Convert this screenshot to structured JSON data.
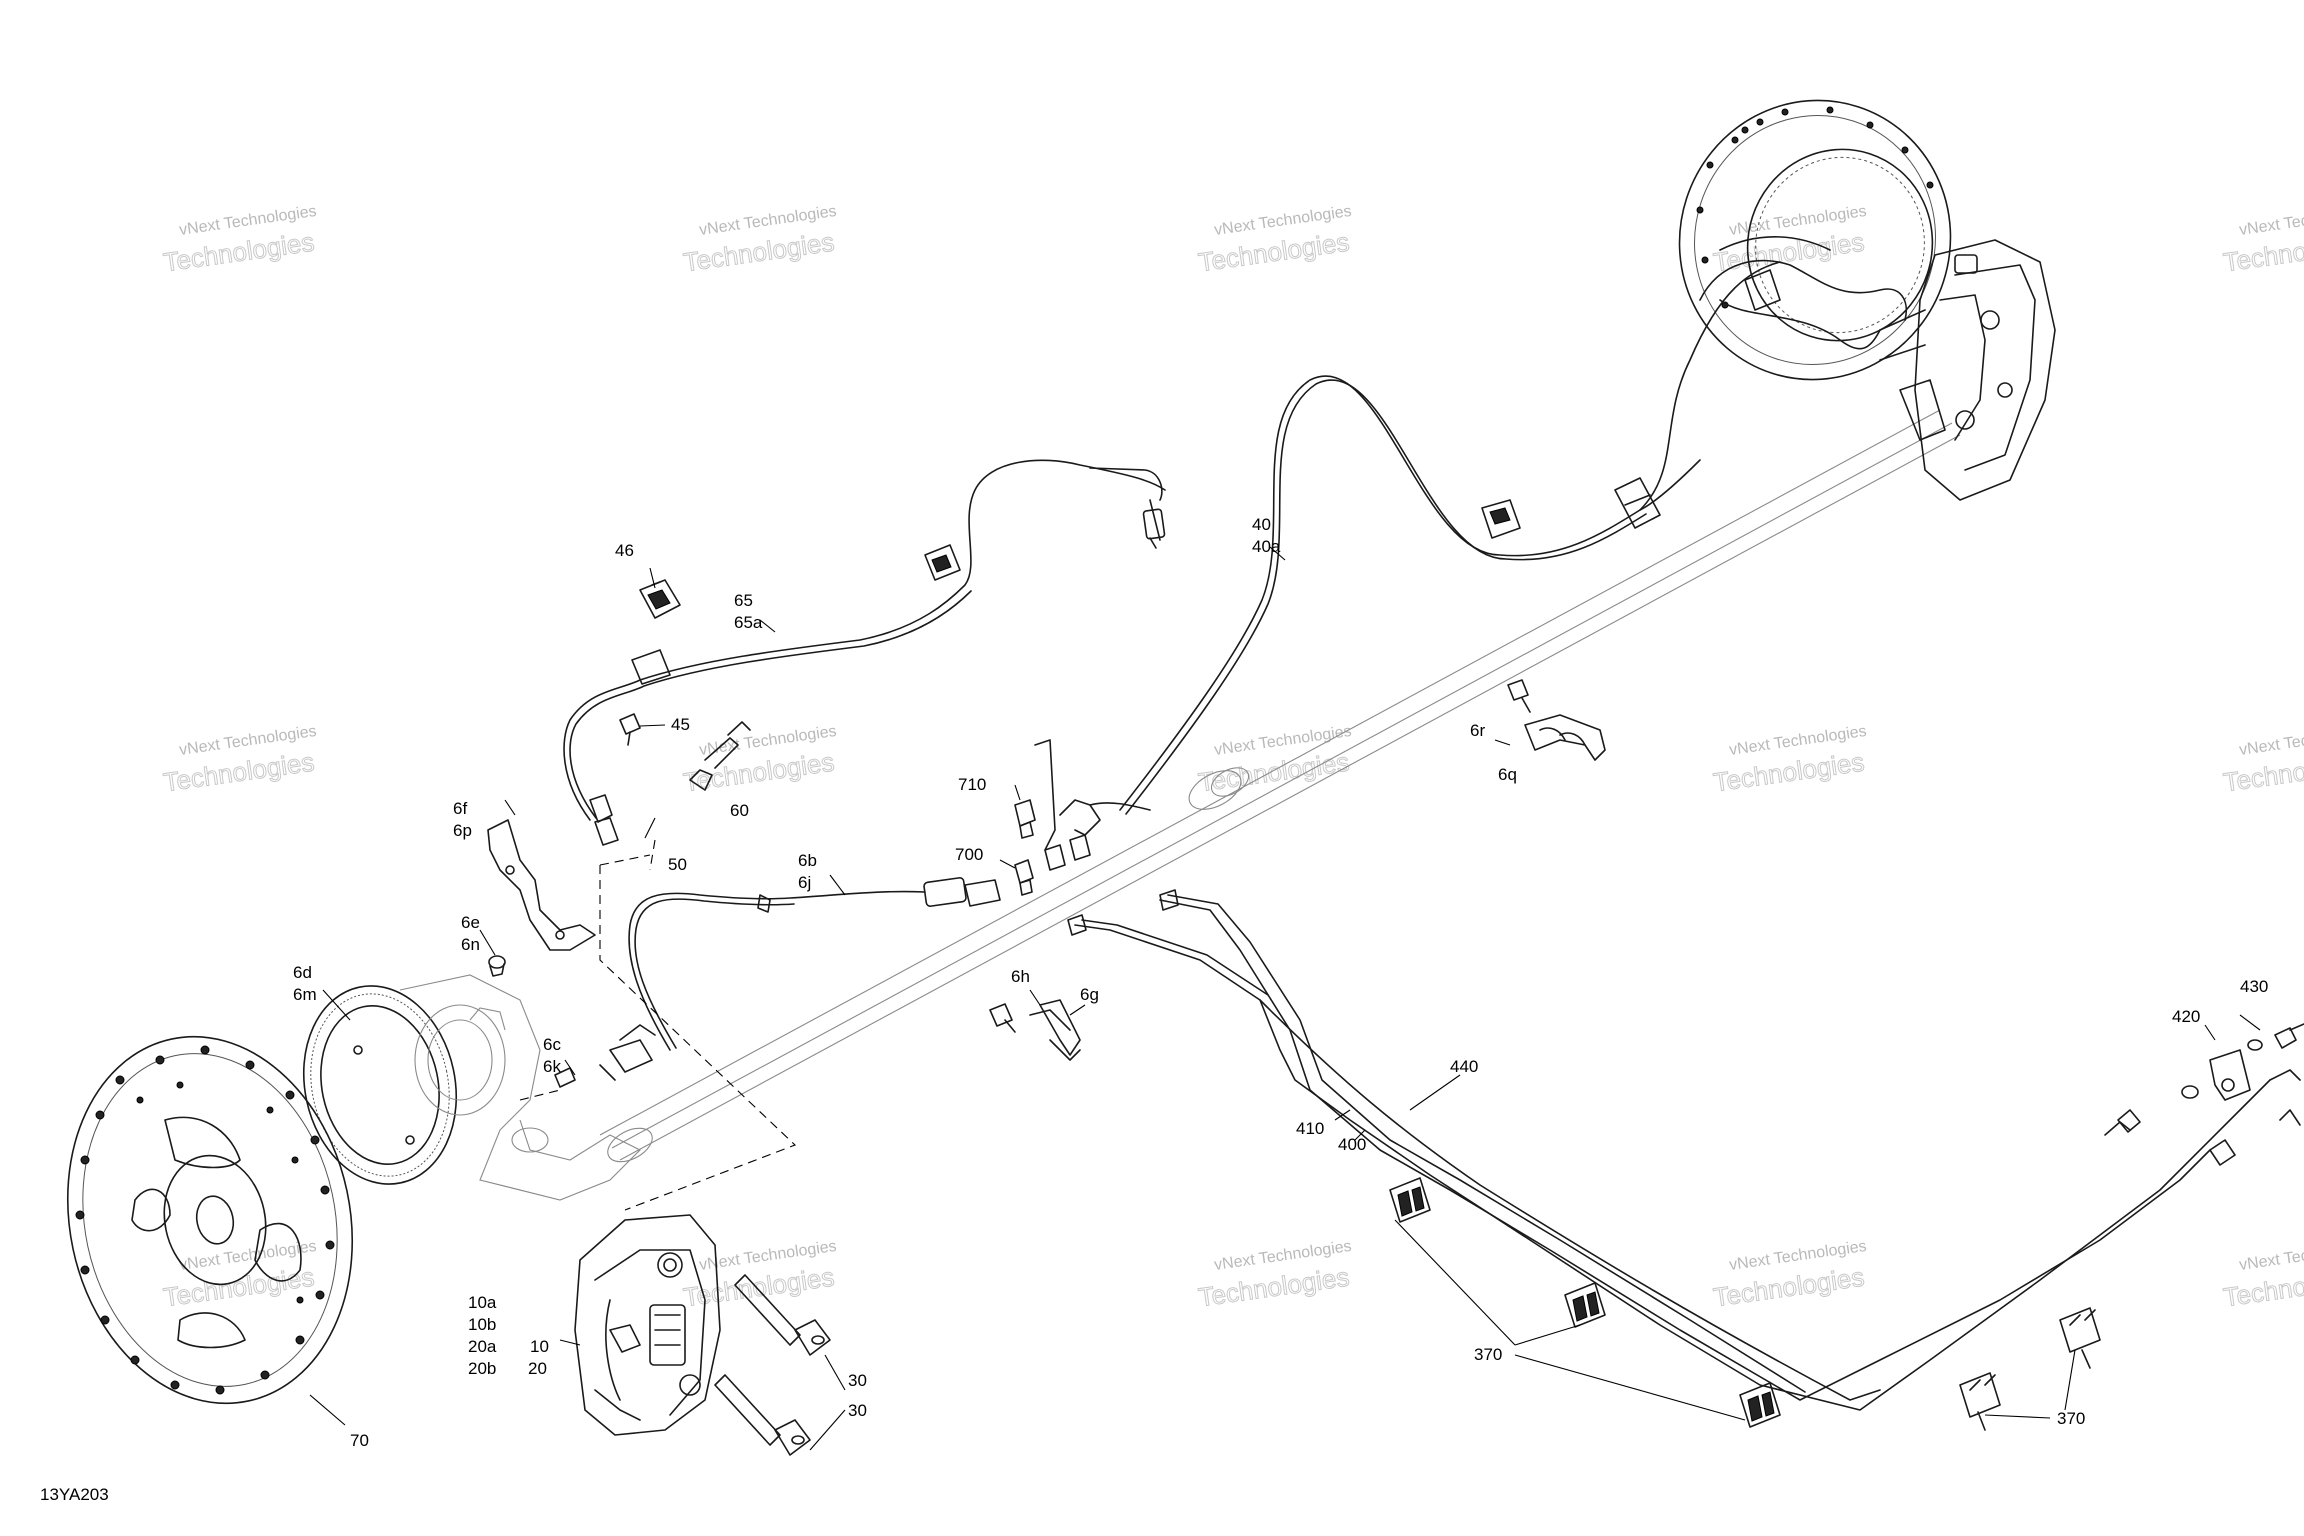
{
  "diagram": {
    "code": "13YA203",
    "watermark_line1": "vNext Technologies",
    "watermark_line2": "Technologies",
    "labels": {
      "l46": "46",
      "l65": "65",
      "l65a": "65a",
      "l45": "45",
      "l60": "60",
      "l50": "50",
      "l6f": "6f",
      "l6p": "6p",
      "l6e": "6e",
      "l6n": "6n",
      "l6d": "6d",
      "l6m": "6m",
      "l6c": "6c",
      "l6k": "6k",
      "l6b": "6b",
      "l6j": "6j",
      "l710": "710",
      "l700": "700",
      "l6h": "6h",
      "l6g": "6g",
      "l40": "40",
      "l40a": "40a",
      "l6r": "6r",
      "l6q": "6q",
      "l440": "440",
      "l410": "410",
      "l400": "400",
      "l420": "420",
      "l430": "430",
      "l370a": "370",
      "l370b": "370",
      "l10a": "10a",
      "l10b": "10b",
      "l20a": "20a",
      "l10": "10",
      "l20b": "20b",
      "l20": "20",
      "l30a": "30",
      "l30b": "30",
      "l70": "70"
    }
  }
}
